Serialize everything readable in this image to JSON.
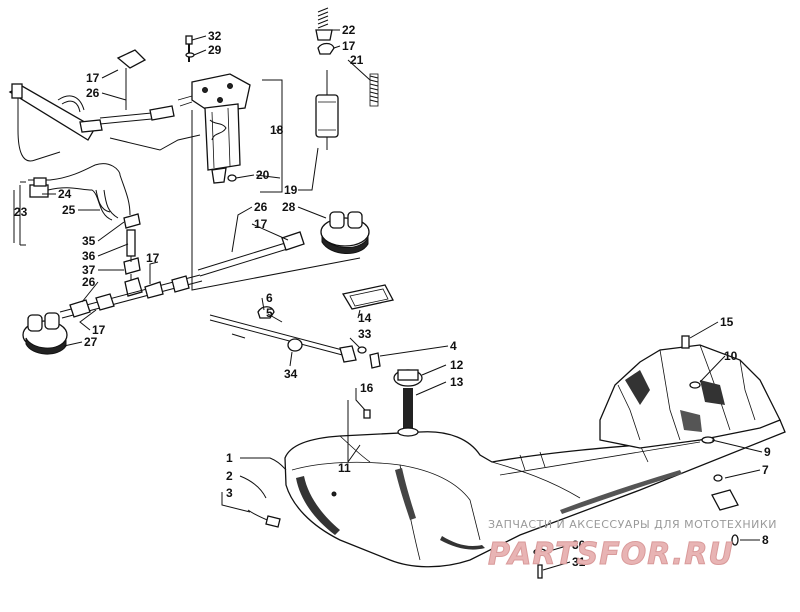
{
  "callouts": [
    {
      "id": "c1",
      "text": "1"
    },
    {
      "id": "c2",
      "text": "2"
    },
    {
      "id": "c3",
      "text": "3"
    },
    {
      "id": "c4",
      "text": "4"
    },
    {
      "id": "c5",
      "text": "5"
    },
    {
      "id": "c6",
      "text": "6"
    },
    {
      "id": "c7",
      "text": "7"
    },
    {
      "id": "c8",
      "text": "8"
    },
    {
      "id": "c9",
      "text": "9"
    },
    {
      "id": "c10",
      "text": "10"
    },
    {
      "id": "c11",
      "text": "11"
    },
    {
      "id": "c12",
      "text": "12"
    },
    {
      "id": "c13",
      "text": "13"
    },
    {
      "id": "c14",
      "text": "14"
    },
    {
      "id": "c15",
      "text": "15"
    },
    {
      "id": "c16",
      "text": "16"
    },
    {
      "id": "c17a",
      "text": "17"
    },
    {
      "id": "c17b",
      "text": "17"
    },
    {
      "id": "c17c",
      "text": "17"
    },
    {
      "id": "c17d",
      "text": "17"
    },
    {
      "id": "c17e",
      "text": "17"
    },
    {
      "id": "c18",
      "text": "18"
    },
    {
      "id": "c19",
      "text": "19"
    },
    {
      "id": "c20",
      "text": "20"
    },
    {
      "id": "c21",
      "text": "21"
    },
    {
      "id": "c22",
      "text": "22"
    },
    {
      "id": "c23",
      "text": "23"
    },
    {
      "id": "c24",
      "text": "24"
    },
    {
      "id": "c25",
      "text": "25"
    },
    {
      "id": "c26a",
      "text": "26"
    },
    {
      "id": "c26b",
      "text": "26"
    },
    {
      "id": "c26c",
      "text": "26"
    },
    {
      "id": "c27",
      "text": "27"
    },
    {
      "id": "c28",
      "text": "28"
    },
    {
      "id": "c29",
      "text": "29"
    },
    {
      "id": "c30",
      "text": "30"
    },
    {
      "id": "c31",
      "text": "31"
    },
    {
      "id": "c32",
      "text": "32"
    },
    {
      "id": "c33",
      "text": "33"
    },
    {
      "id": "c34",
      "text": "34"
    },
    {
      "id": "c35",
      "text": "35"
    },
    {
      "id": "c36",
      "text": "36"
    },
    {
      "id": "c37",
      "text": "37"
    }
  ],
  "watermark": {
    "tagline": "ЗАПЧАСТИ И АКСЕССУАРЫ ДЛЯ МОТОТЕХНИКИ",
    "logo": "PARTSFOR.RU"
  }
}
